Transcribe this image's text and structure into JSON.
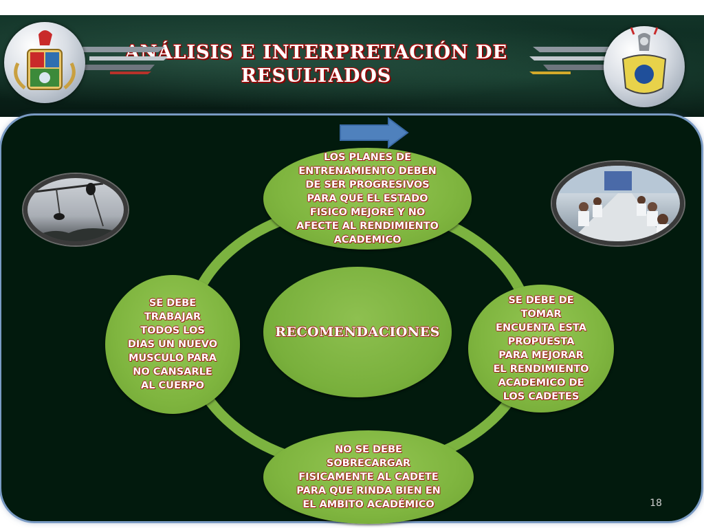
{
  "header": {
    "title_line1": "ANÁLISIS E INTERPRETACIÓN DE",
    "title_line2": "RESULTADOS",
    "left_emblem_icon": "coat-of-arms-icon",
    "right_emblem_icon": "school-crest-icon"
  },
  "diagram": {
    "center": "RECOMENDACIONES",
    "top": "LOS PLANES DE\nENTRENAMIENTO DEBEN\nDE SER PROGRESIVOS\nPARA QUE EL ESTADO\nFISICO MEJORE Y NO\nAFECTE AL RENDIMIENTO\nACADEMICO",
    "right": "SE DEBE DE\nTOMAR\nENCUENTA ESTA\nPROPUESTA\nPARA MEJORAR\nEL RENDIMIENTO\nACADEMICO DE\nLOS CADETES",
    "bottom": "NO SE DEBE\nSOBRECARGAR\nFISICAMENTE AL CADETE\nPARA QUE RINDA BIEN EN\nEL AMBITO ACADÉMICO",
    "left": "SE DEBE\nTRABAJAR\nTODOS LOS\nDIAS UN NUEVO\nMUSCULO PARA\nNO CANSARLE\nAL CUERPO"
  },
  "photos": {
    "left_icon": "rope-climbing-photo",
    "right_icon": "cadets-classroom-photo"
  },
  "navigation": {
    "arrow_icon": "right-arrow-icon"
  },
  "footer": {
    "page_number": "18"
  },
  "colors": {
    "node_green": "#7fb53f",
    "panel_dark": "#021a0d",
    "title_outline": "#b01010",
    "arrow_blue": "#4f81bd"
  }
}
